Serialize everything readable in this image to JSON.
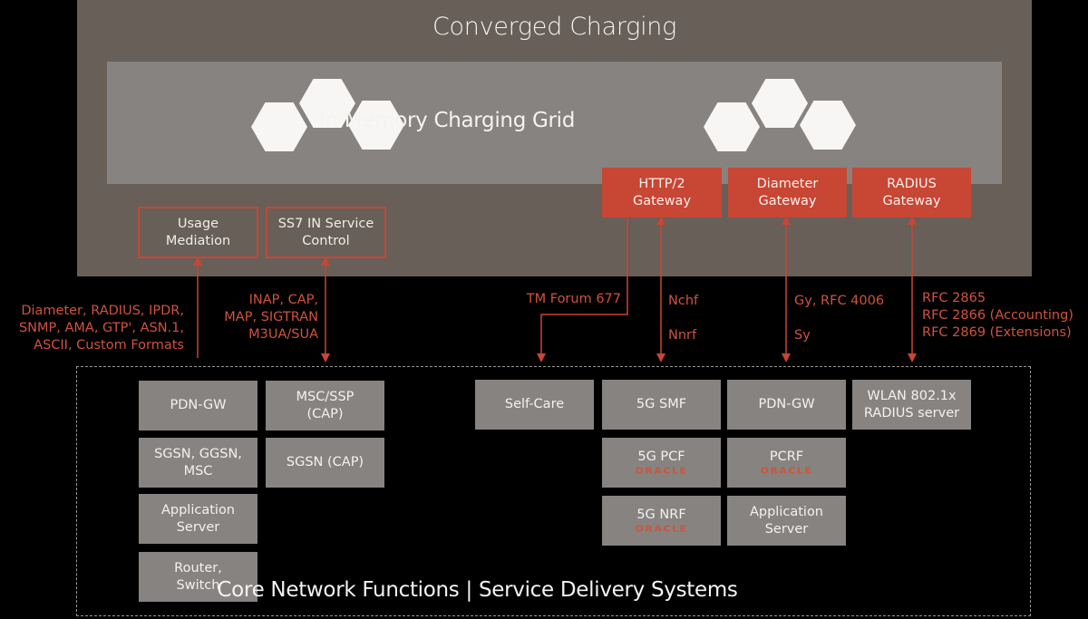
{
  "title": "Converged Charging",
  "grid": {
    "label": "In Memory Charging Grid",
    "icon": "hexagon-cluster-icon"
  },
  "gateways": [
    {
      "label": "HTTP/2\nGateway"
    },
    {
      "label": "Diameter\nGateway"
    },
    {
      "label": "RADIUS\nGateway"
    }
  ],
  "outlined_components": [
    {
      "label": "Usage\nMediation"
    },
    {
      "label": "SS7 IN Service\nControl"
    }
  ],
  "protocols": {
    "mediation": "Diameter, RADIUS, IPDR,\nSNMP, AMA, GTP', ASN.1,\nASCII, Custom Formats",
    "ss7": "INAP, CAP,\nMAP, SIGTRAN\nM3UA/SUA",
    "tmforum": "TM Forum 677",
    "http2": "Nchf\n\nNnrf",
    "diameter": "Gy, RFC 4006\n\nSy",
    "radius": "RFC 2865\nRFC 2866 (Accounting)\nRFC 2869 (Extensions)"
  },
  "core": {
    "label": "Core Network Functions | Service Delivery Systems",
    "left_col1": [
      "PDN-GW",
      "SGSN, GGSN,\nMSC",
      "Application\nServer",
      "Router,\nSwitch"
    ],
    "left_col2": [
      "MSC/SSP\n(CAP)",
      "SGSN (CAP)"
    ],
    "self_care": "Self-Care",
    "col_5g": [
      {
        "label": "5G SMF",
        "badge": ""
      },
      {
        "label": "5G PCF",
        "badge": "ORACLE"
      },
      {
        "label": "5G NRF",
        "badge": "ORACLE"
      }
    ],
    "col_pdn": [
      {
        "label": "PDN-GW",
        "badge": ""
      },
      {
        "label": "PCRF",
        "badge": "ORACLE"
      },
      {
        "label": "Application\nServer",
        "badge": ""
      }
    ],
    "wlan": "WLAN 802.1x\nRADIUS server"
  },
  "colors": {
    "accent": "#c74634",
    "outer": "#675f58",
    "grid": "#878380",
    "box": "#878380"
  }
}
